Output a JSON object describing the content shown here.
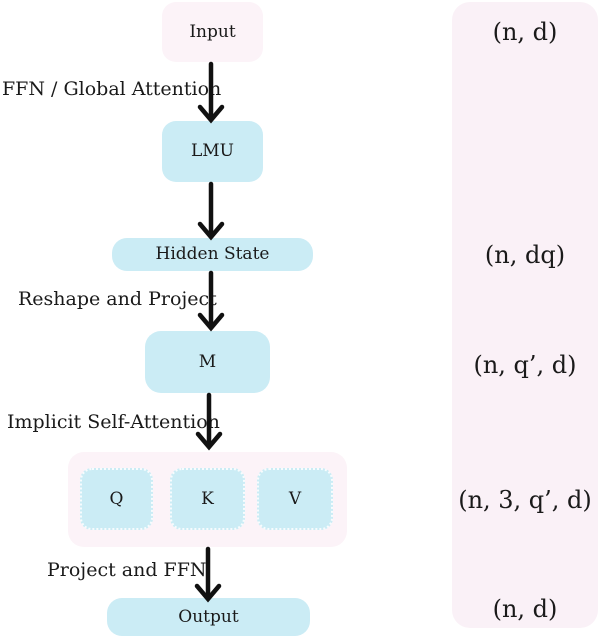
{
  "diagram": {
    "nodes": {
      "input": {
        "label": "Input"
      },
      "lmu": {
        "label": "LMU"
      },
      "hidden_state": {
        "label": "Hidden State"
      },
      "m": {
        "label": "M"
      },
      "q": {
        "label": "Q"
      },
      "k": {
        "label": "K"
      },
      "v": {
        "label": "V"
      },
      "output": {
        "label": "Output"
      }
    },
    "edge_labels": {
      "ffn_global_attention": "FFN / Global Attention",
      "reshape_and_project": "Reshape and Project",
      "implicit_self_attention": "Implicit Self-Attention",
      "project_and_ffn": "Project and FFN"
    },
    "shape_annotations": {
      "input": "(n, d)",
      "hidden_state": "(n, dq)",
      "m": "(n, q’, d)",
      "qkv": "(n, 3, q’, d)",
      "output": "(n, d)"
    },
    "colors": {
      "node_cyan": "#cbecf5",
      "container_pink": "#fcf3f8",
      "panel_pink": "#faf1f7",
      "arrow": "#111111",
      "text": "#1a1a1a",
      "background": "#ffffff"
    }
  }
}
